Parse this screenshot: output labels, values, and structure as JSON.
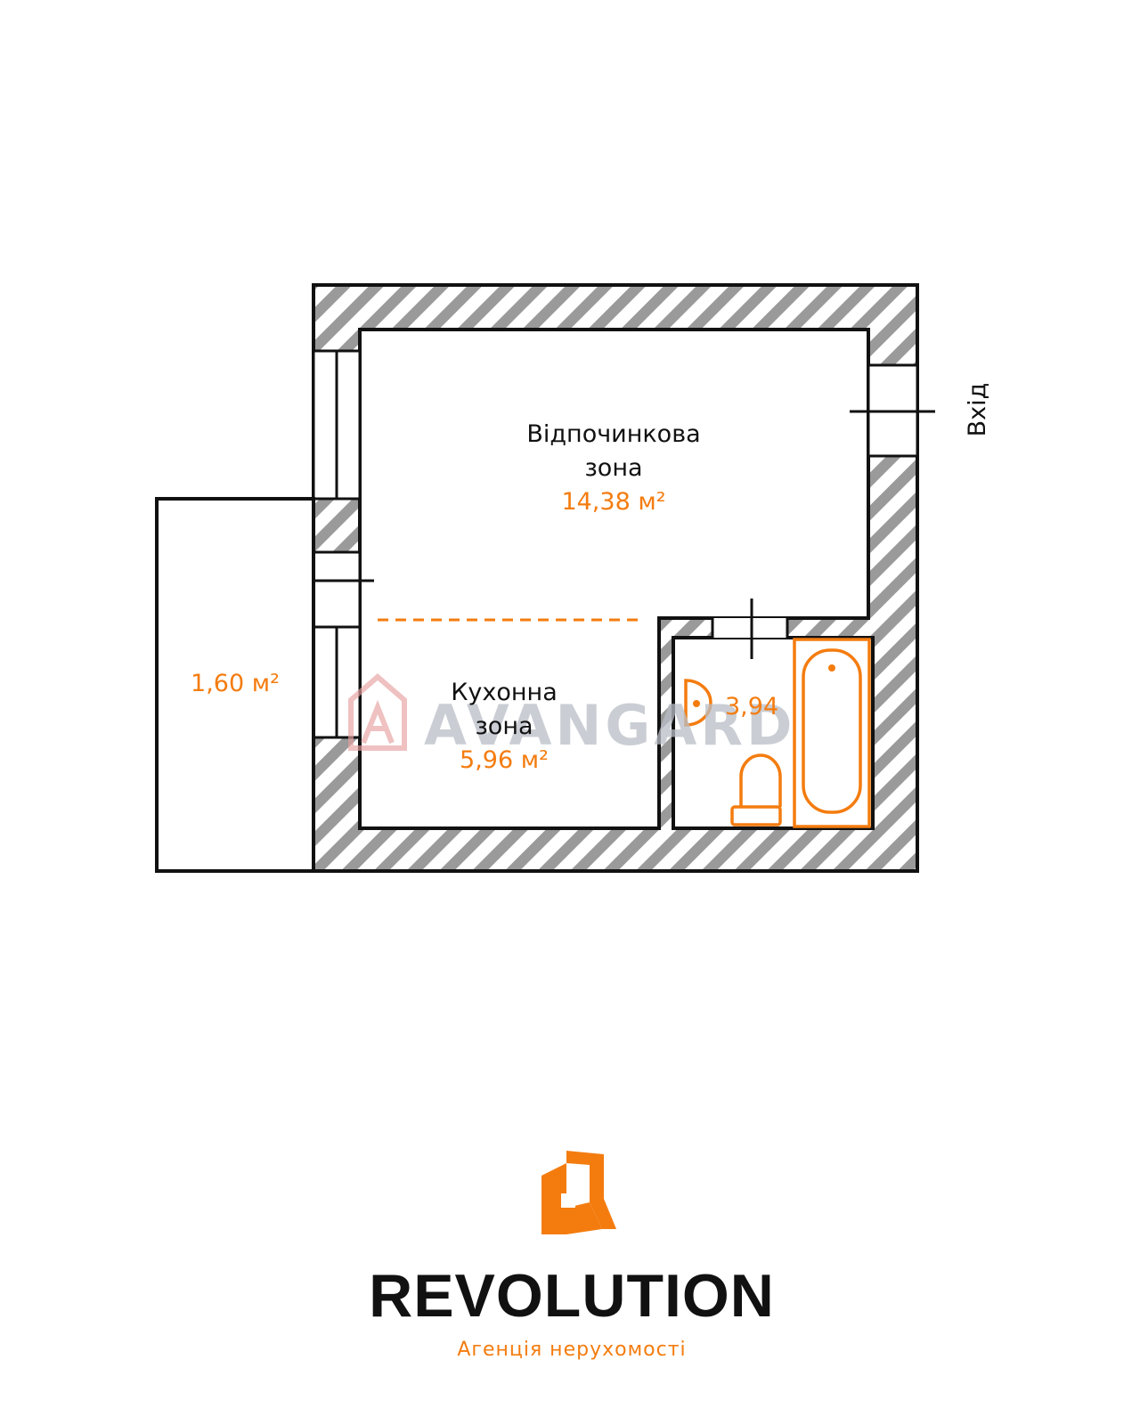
{
  "colors": {
    "accent": "#f47c0f",
    "line": "#111111",
    "hatch": "#9a9a9a",
    "watermark_red": "#e8a0a0",
    "watermark_gray": "#b9bec6"
  },
  "rooms": {
    "lounge": {
      "name_line1": "Відпочинкова",
      "name_line2": "зона",
      "area": "14,38 м²"
    },
    "kitchen": {
      "name_line1": "Кухонна",
      "name_line2": "зона",
      "area": "5,96 м²"
    },
    "bathroom": {
      "area": "3,94"
    },
    "balcony": {
      "area": "1,60 м²"
    }
  },
  "entrance_label": "Вхід",
  "watermark": {
    "text": "AVANGARD"
  },
  "brand": {
    "name": "REVOLUTION",
    "tagline": "Агенція нерухомості"
  },
  "icons": {
    "sink": "sink-icon",
    "toilet": "toilet-icon",
    "bathtub": "bathtub-icon",
    "logo": "revolution-logo-icon",
    "watermark": "avangard-logo-icon"
  }
}
